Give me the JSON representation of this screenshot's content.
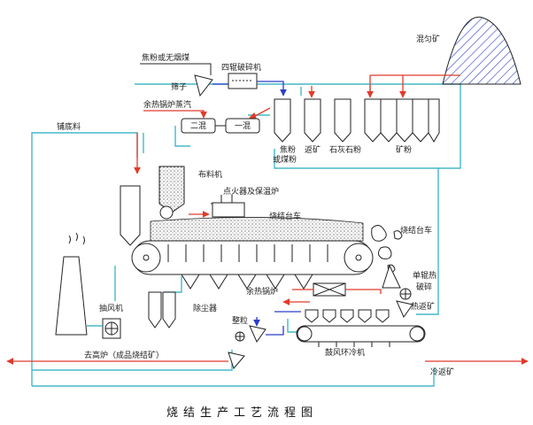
{
  "labels": {
    "mixed_ore": "混匀矿",
    "coke_or_coal": "焦粉或无烟煤",
    "four_roll": "四辊破碎机",
    "sieve": "筛子",
    "waste_steam": "余热锅炉蒸汽",
    "mixer2": "二混",
    "mixer1": "一混",
    "hearth": "铺底料",
    "coke_fines": "焦粉",
    "coke_fines2": "或煤粉",
    "return_fines": "返矿",
    "limestone": "石灰石粉",
    "ore_fines": "矿粉",
    "distributor": "布料机",
    "igniter": "点火器及保温炉",
    "sinter_car": "烧结台车",
    "sinter_car2": "烧结台车",
    "single_roll_1": "单辊热",
    "single_roll_2": "破碎",
    "hot_return": "热返矿",
    "waste_boiler": "余热锅炉",
    "exhaust_fan": "抽风机",
    "dust_collector": "除尘器",
    "sizing": "整粒",
    "to_bf": "去高炉（成品烧结矿）",
    "blast_cooler": "鼓风环冷机",
    "cold_return": "冷返矿",
    "title": "烧结生产工艺流程图"
  },
  "colors": {
    "material_flow": "#45b9c9",
    "air_flow": "#e23a2a",
    "product_flow": "#2a3ec9",
    "equipment": "#222222"
  }
}
